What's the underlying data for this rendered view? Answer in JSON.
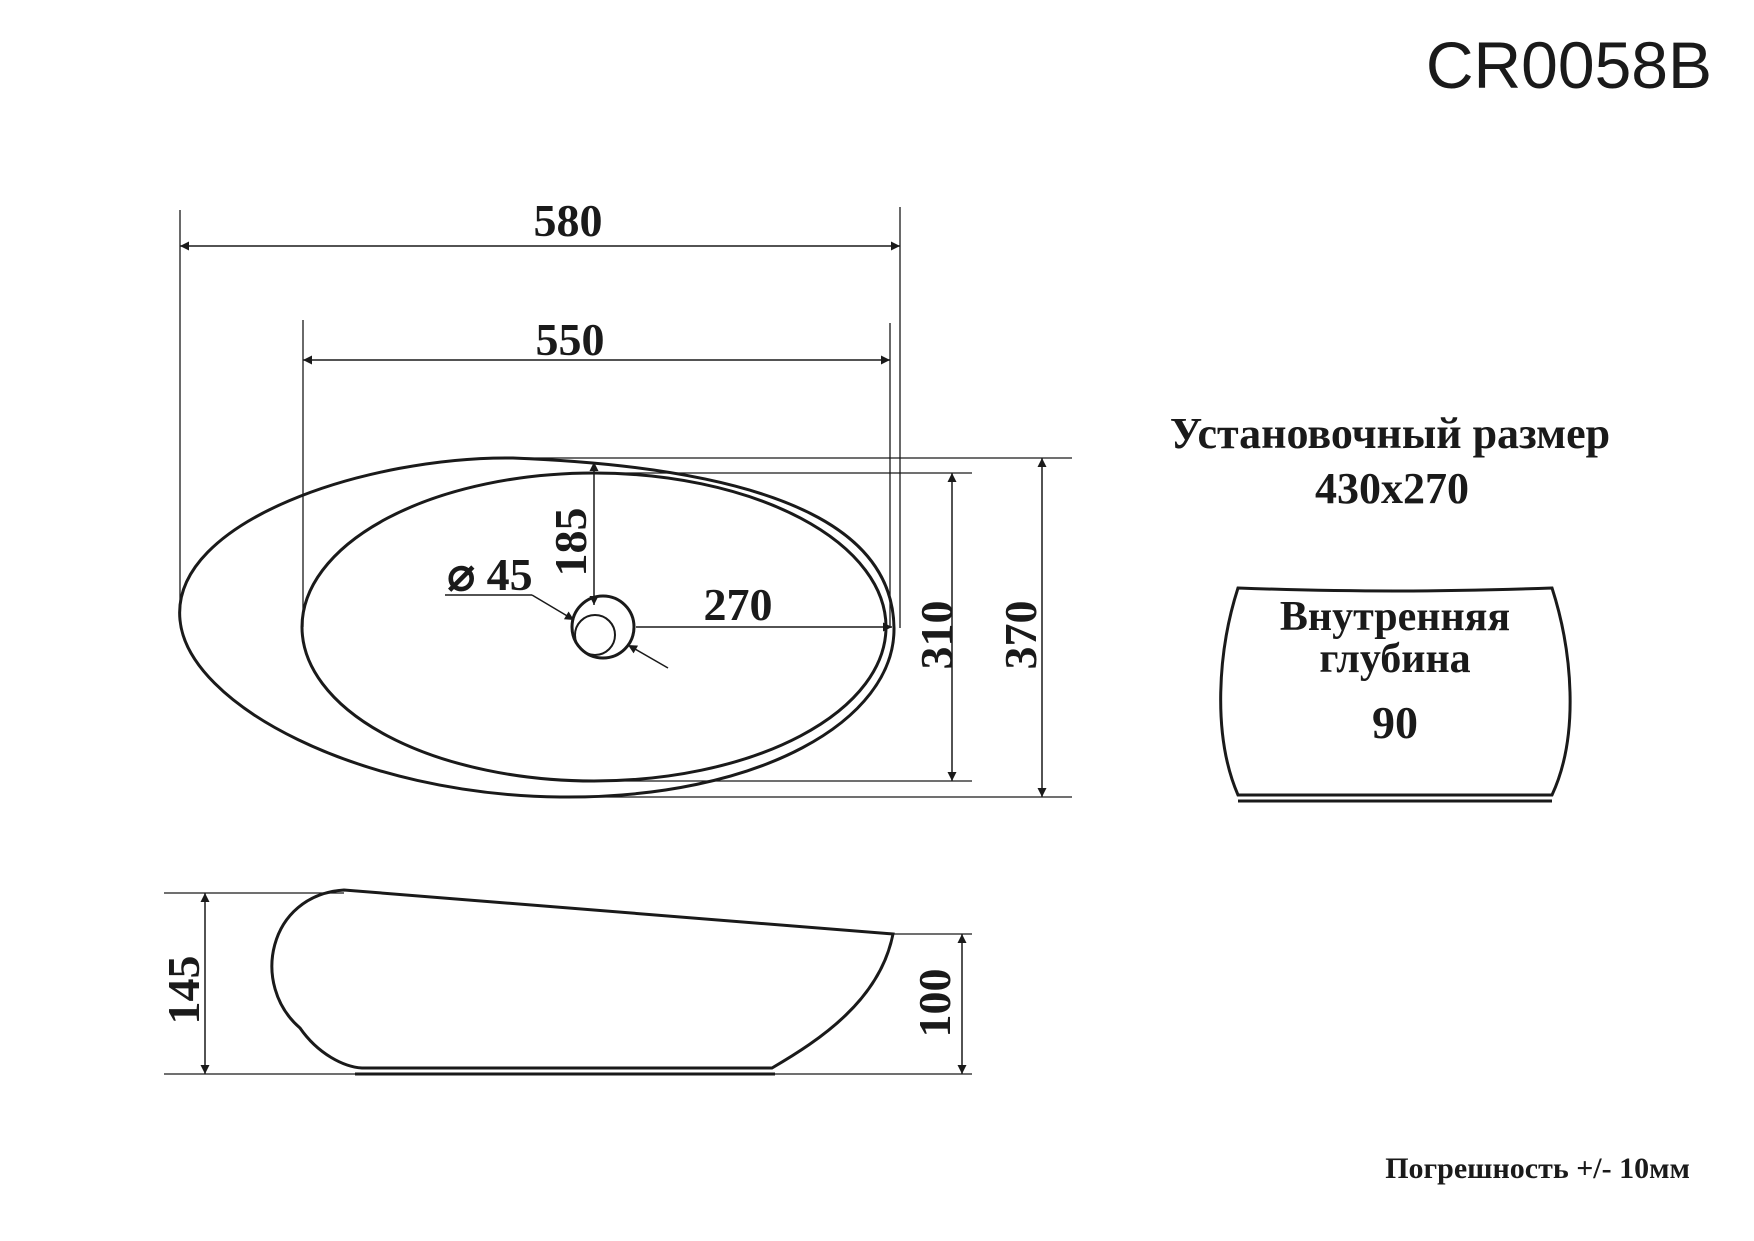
{
  "model_code": "CR0058B",
  "top_view": {
    "width_outer": "580",
    "width_inner": "550",
    "drain_diameter": "⌀ 45",
    "drain_offset_top": "185",
    "drain_offset_right": "270",
    "depth_inner": "310",
    "depth_outer": "370"
  },
  "installation": {
    "heading": "Установочный размер",
    "value": "430x270"
  },
  "inner_depth": {
    "label_line1": "Внутренняя",
    "label_line2": "глубина",
    "value": "90"
  },
  "side_view": {
    "height_total": "145",
    "height_front": "100"
  },
  "tolerance_note": "Погрешность +/- 10мм"
}
